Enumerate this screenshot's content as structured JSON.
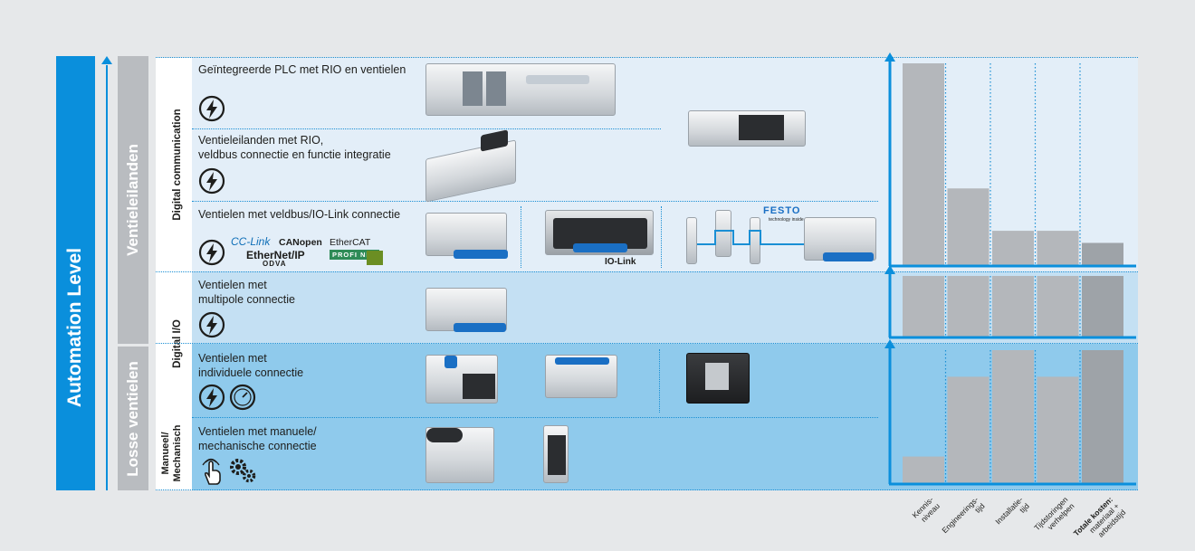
{
  "automation_level_label": "Automation Level",
  "groups": {
    "ventieleilanden": "Ventieleilanden",
    "losse_ventielen": "Losse ventielen"
  },
  "categories": {
    "digital_communication": "Digital communication",
    "digital_io": "Digital I/O",
    "manueel": "Manueel/\nMechanisch"
  },
  "rows": [
    {
      "title": "Geïntegreerde PLC met RIO en ventielen"
    },
    {
      "title": "Ventieleilanden met RIO,\nveldbus connectie en functie integratie"
    },
    {
      "title": "Ventielen met veldbus/IO-Link connectie"
    },
    {
      "title": "Ventielen met\nmultipole connectie"
    },
    {
      "title": "Ventielen met\nindividuele connectie"
    },
    {
      "title": "Ventielen met manuele/\nmechanische connectie"
    }
  ],
  "fieldbus_logos": {
    "cclink": "CC-Link",
    "canopen": "CANopen",
    "ethercat": "EtherCAT",
    "ethernetip": "EtherNet/IP",
    "odva": "ODVA",
    "profinet": "PROFI NET"
  },
  "iolink_label": "IO-Link",
  "festo_logo": "FESTO",
  "festo_tagline": "technology inside",
  "colors": {
    "accent_blue": "#0a8fdc",
    "band_light": "#e3eef8",
    "band_mid": "#c4e0f3",
    "band_dark": "#8fcaec",
    "bar_gray": "#b4b7bb",
    "bar_dark": "#9ea3a8"
  },
  "icons": [
    "lightning-icon",
    "pressure-gauge-icon",
    "hand-touch-icon",
    "gears-icon"
  ],
  "chart_data": [
    {
      "type": "bar",
      "categories": [
        "Kennis-\nniveau",
        "Engineerings-\ntijd",
        "Installatie-\ntijd",
        "Tijdstoringen\nverhelpen",
        "Totale kosten:\nmateriaal +\narbeidstijd"
      ],
      "values": [
        100,
        38,
        17,
        17,
        11
      ],
      "ylim": [
        0,
        100
      ]
    },
    {
      "type": "bar",
      "categories": [
        "Kennis-\nniveau",
        "Engineerings-\ntijd",
        "Installatie-\ntijd",
        "Tijdstoringen\nverhelpen",
        "Totale kosten:\nmateriaal +\narbeidstijd"
      ],
      "values": [
        100,
        100,
        100,
        100,
        100
      ],
      "ylim": [
        0,
        100
      ]
    },
    {
      "type": "bar",
      "categories": [
        "Kennis-\nniveau",
        "Engineerings-\ntijd",
        "Installatie-\ntijd",
        "Tijdstoringen\nverhelpen",
        "Totale kosten:\nmateriaal +\narbeidstijd"
      ],
      "values": [
        20,
        80,
        100,
        80,
        100
      ],
      "ylim": [
        0,
        100
      ]
    }
  ]
}
